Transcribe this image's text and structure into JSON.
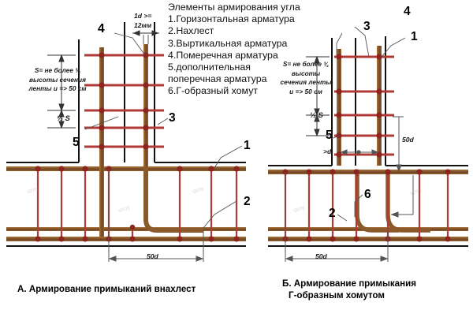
{
  "legend": {
    "title": "Элементы армирования угла",
    "items": [
      "1.Горизонтальная арматура",
      "2.Нахлест",
      "3.Выртикальная арматура",
      "4.Померечная арматура",
      "5.дополнительная",
      "поперечная арматура",
      "6.Г-образный хомут"
    ]
  },
  "notes": {
    "left": {
      "line1": "S= не более ¾",
      "line2": "высоты сечения",
      "line3": "ленты и => 50 см"
    },
    "right": {
      "line1": "S= не более ¾",
      "line2": "высоты",
      "line3": "сечения ленты",
      "line4": "и => 50 см"
    },
    "half_s_left": "½ S",
    "half_s_right": "½ S"
  },
  "dimensions": {
    "d_min_line1": "1d >=",
    "d_min_line2": "12мм",
    "lap_left": "50d",
    "lap_right": "50d",
    "vertical_right": "50d",
    "greater_d": ">d"
  },
  "callouts": {
    "left": {
      "c4": "4",
      "c3": "3",
      "c5": "5",
      "c1": "1",
      "c2": "2"
    },
    "right": {
      "c4": "4",
      "c3": "3",
      "c1": "1",
      "c5": "5",
      "c6": "6",
      "c2": "2"
    }
  },
  "captions": {
    "a_line1": "А. Армирование примыканий внахлест",
    "b_line1": "Б. Армирование примыкания",
    "b_line2": "Г-образным хомутом"
  },
  "colors": {
    "rebar_brown": "#8B5A2B",
    "rebar_brown_light": "#B07B44",
    "stirrup_red": "#B03A36",
    "node_dark_red": "#8C2420",
    "outline_black": "#111111",
    "leader_gray": "#555555"
  },
  "watermark": "stroy"
}
